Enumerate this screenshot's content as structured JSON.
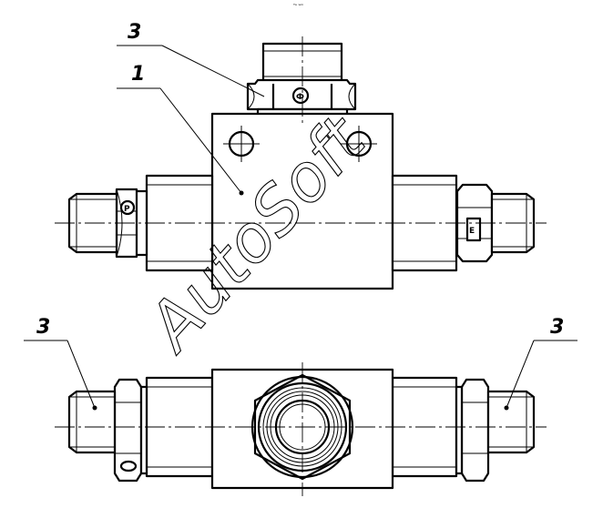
{
  "callouts": {
    "top_left_3": "3",
    "part_1": "1",
    "bottom_left_3": "3",
    "bottom_right_3": "3"
  },
  "top_caption": "ᵀᵃ ʷᵐ",
  "watermark": "AutoSoft",
  "colors": {
    "line": "#000000",
    "background": "#ffffff"
  }
}
